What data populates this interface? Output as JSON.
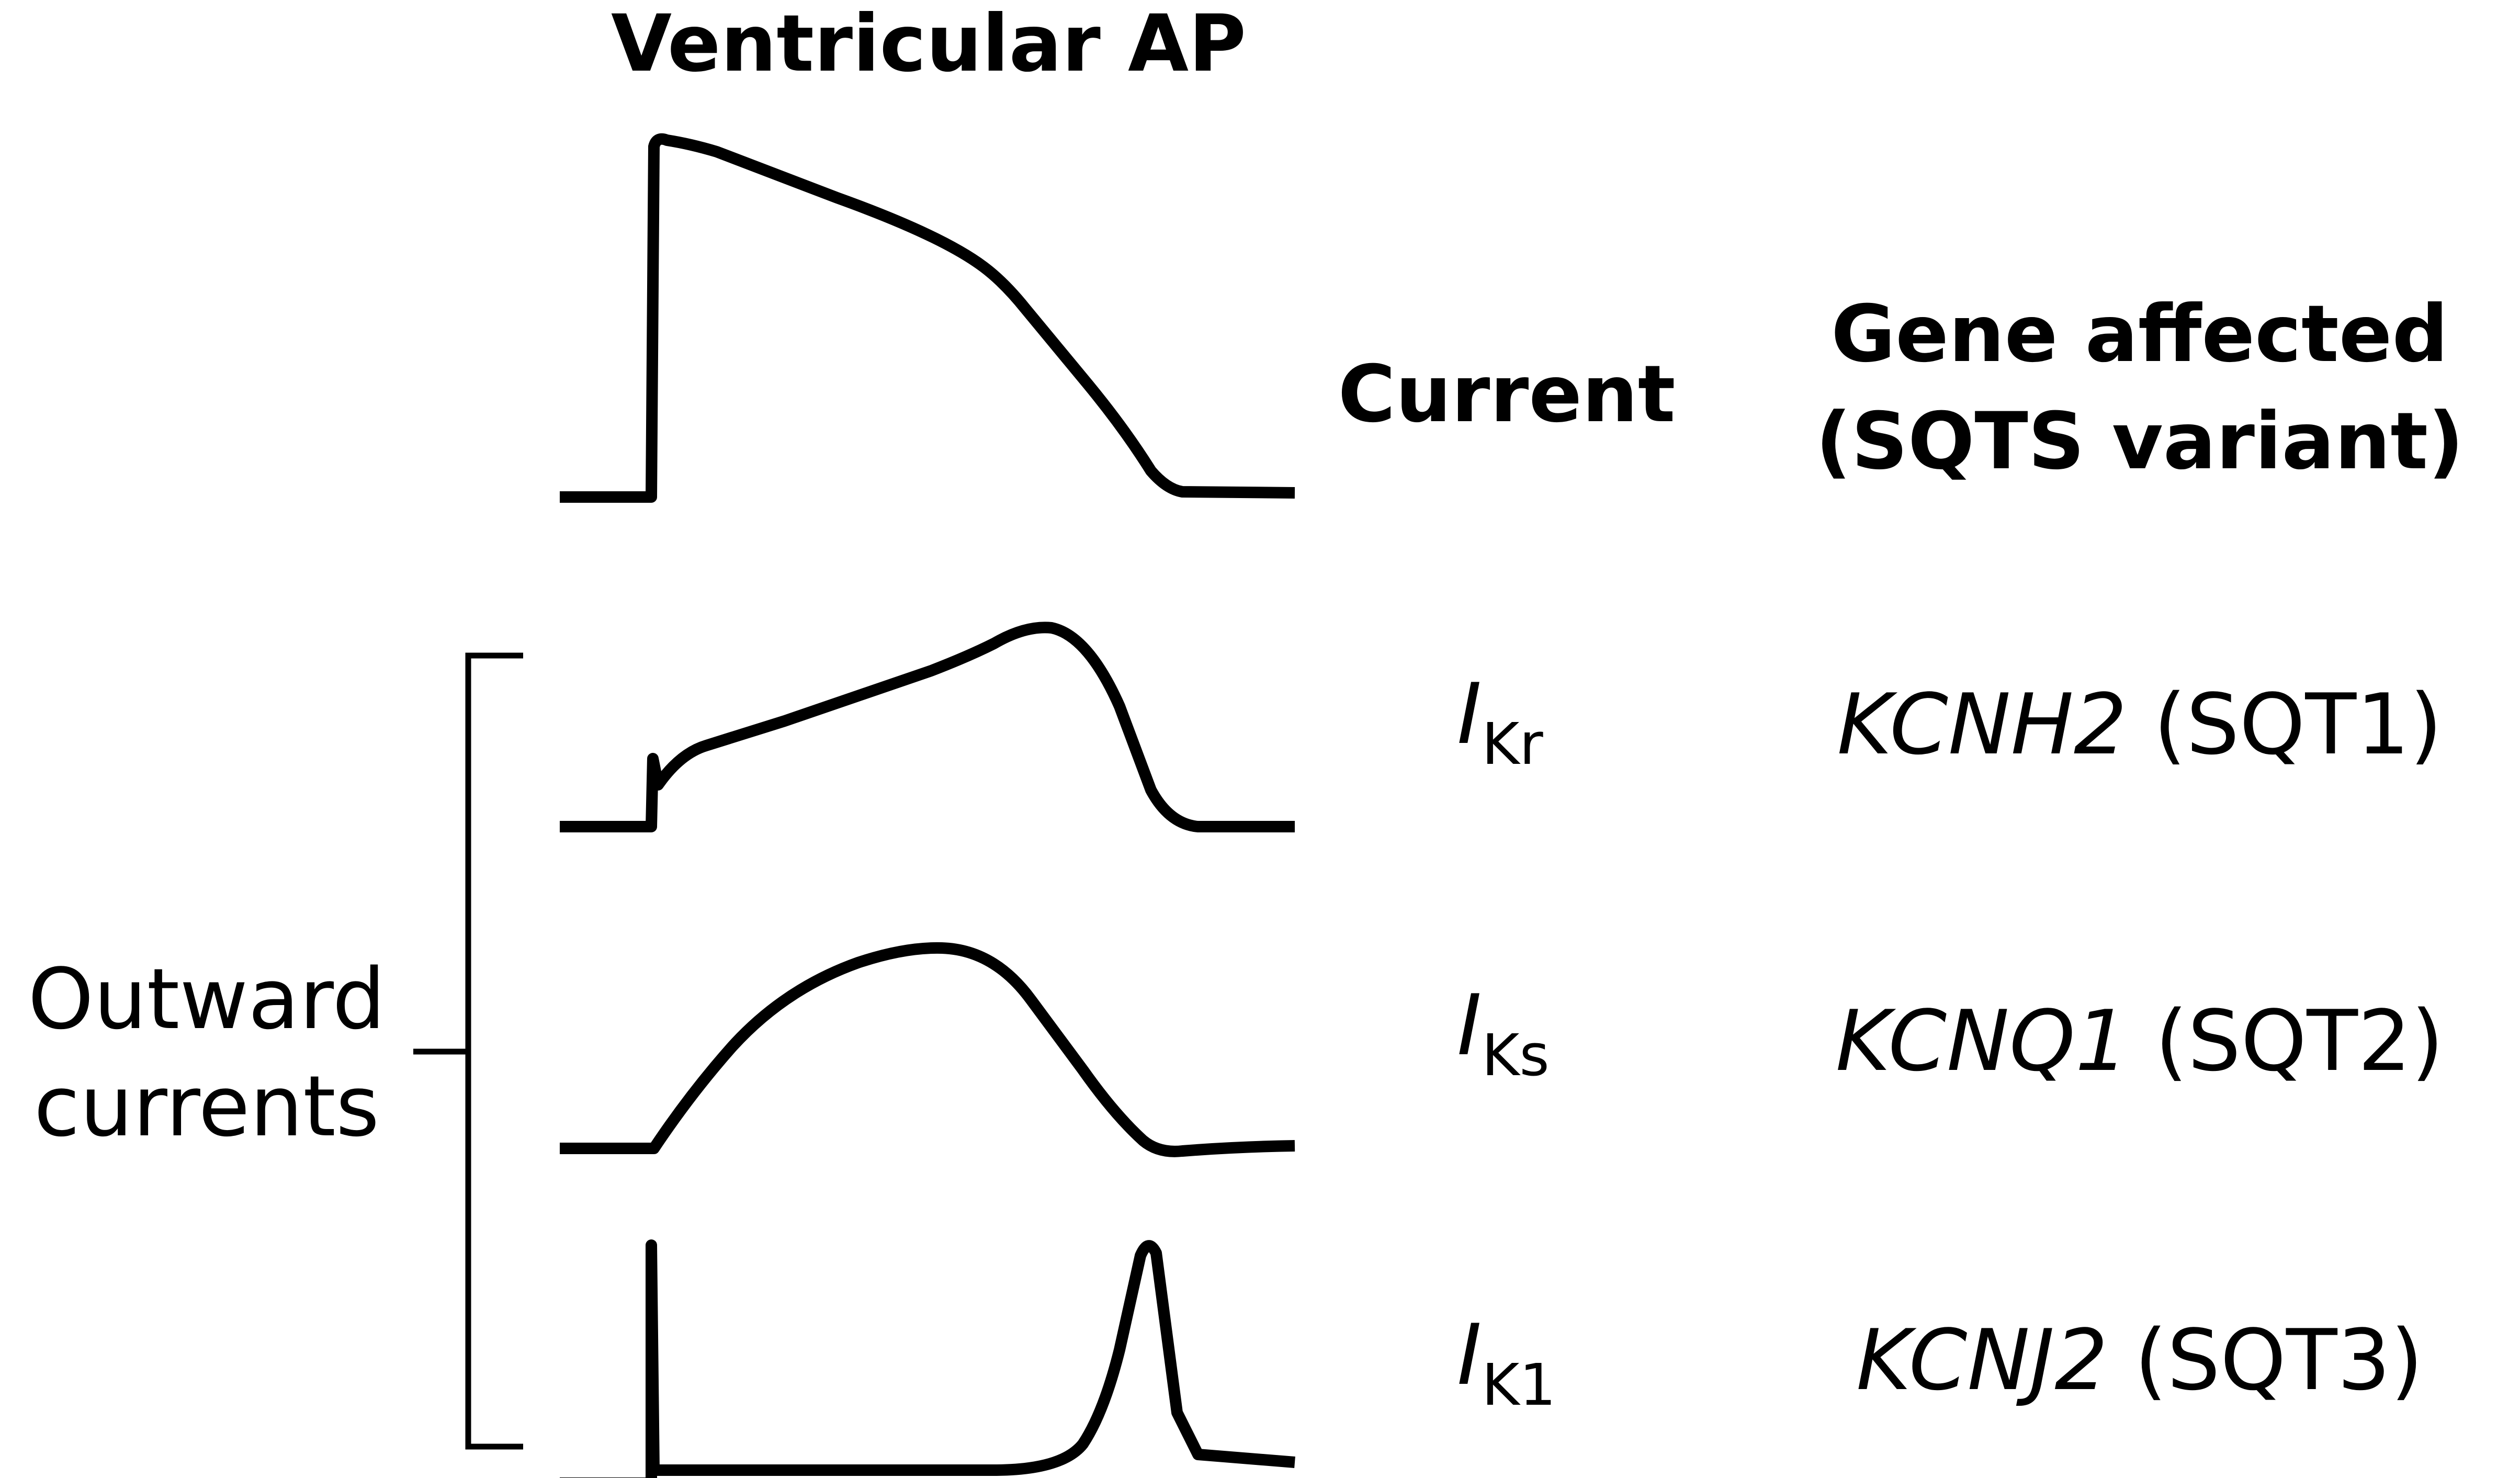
{
  "title": "Ventricular AP",
  "headers": {
    "current": "Current",
    "gene_line1": "Gene affected",
    "gene_line2": "(SQTS variant)"
  },
  "bracket_label": {
    "line1": "Outward",
    "line2": "currents"
  },
  "rows": [
    {
      "current_symbol": "I",
      "current_subscript": "Kr",
      "gene": "KCNH2",
      "variant": "(SQT1)"
    },
    {
      "current_symbol": "I",
      "current_subscript": "Ks",
      "gene": "KCNQ1",
      "variant": "(SQT2)"
    },
    {
      "current_symbol": "I",
      "current_subscript": "K1",
      "gene": "KCNJ2",
      "variant": "(SQT3)"
    }
  ]
}
